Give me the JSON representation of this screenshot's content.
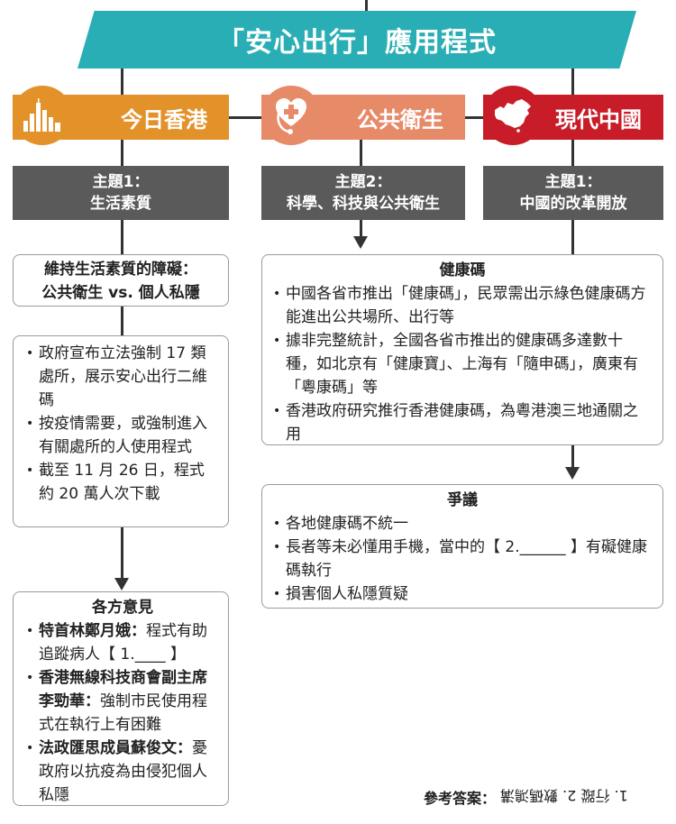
{
  "banner": {
    "title": "「安心出行」應用程式"
  },
  "columns": {
    "hk": {
      "label": "今日香港",
      "icon": "skyline-icon",
      "color": "#e3922a"
    },
    "ph": {
      "label": "公共衛生",
      "icon": "medical-heart-icon",
      "color": "#e68a68"
    },
    "cn": {
      "label": "現代中國",
      "icon": "china-map-icon",
      "color": "#c81d28"
    }
  },
  "themes": {
    "hk": {
      "line1": "主題1：",
      "line2": "生活素質"
    },
    "ph": {
      "line1": "主題2：",
      "line2": "科學、科技與公共衛生"
    },
    "cn": {
      "line1": "主題1：",
      "line2": "中國的改革開放"
    }
  },
  "hk_barrier": {
    "line1": "維持生活素質的障礙：",
    "line2": "公共衛生 vs. 個人私隱"
  },
  "hk_points": [
    "政府宣布立法強制 17 類處所，展示安心出行二維碼",
    "按疫情需要，或強制進入有關處所的人使用程式",
    "截至 11 月 26 日，程式約 20 萬人次下載"
  ],
  "opinions": {
    "title": "各方意見",
    "items": [
      {
        "who": "特首林鄭月娥：",
        "text": "程式有助追蹤病人【 1.____ 】"
      },
      {
        "who": "香港無線科技商會副主席李勁華：",
        "text": "強制市民使用程式在執行上有困難"
      },
      {
        "who": "法政匯思成員蘇俊文：",
        "text": "憂政府以抗疫為由侵犯個人私隱"
      }
    ]
  },
  "health_code": {
    "title": "健康碼",
    "items": [
      "中國各省市推出「健康碼」，民眾需出示綠色健康碼方能進出公共場所、出行等",
      "據非完整統計，全國各省市推出的健康碼多達數十種，如北京有「健康寶」、上海有「隨申碼」，廣東有「粵康碼」等",
      "香港政府研究推行香港健康碼，為粵港澳三地通關之用"
    ]
  },
  "dispute": {
    "title": "爭議",
    "items": [
      "各地健康碼不統一",
      "長者等未必懂用手機，當中的【 2.______ 】有礙健康碼執行",
      "損害個人私隱質疑"
    ]
  },
  "answer": {
    "label": "參考答案：",
    "flipped": "1. 行蹤 2. 數碼鴻溝"
  }
}
